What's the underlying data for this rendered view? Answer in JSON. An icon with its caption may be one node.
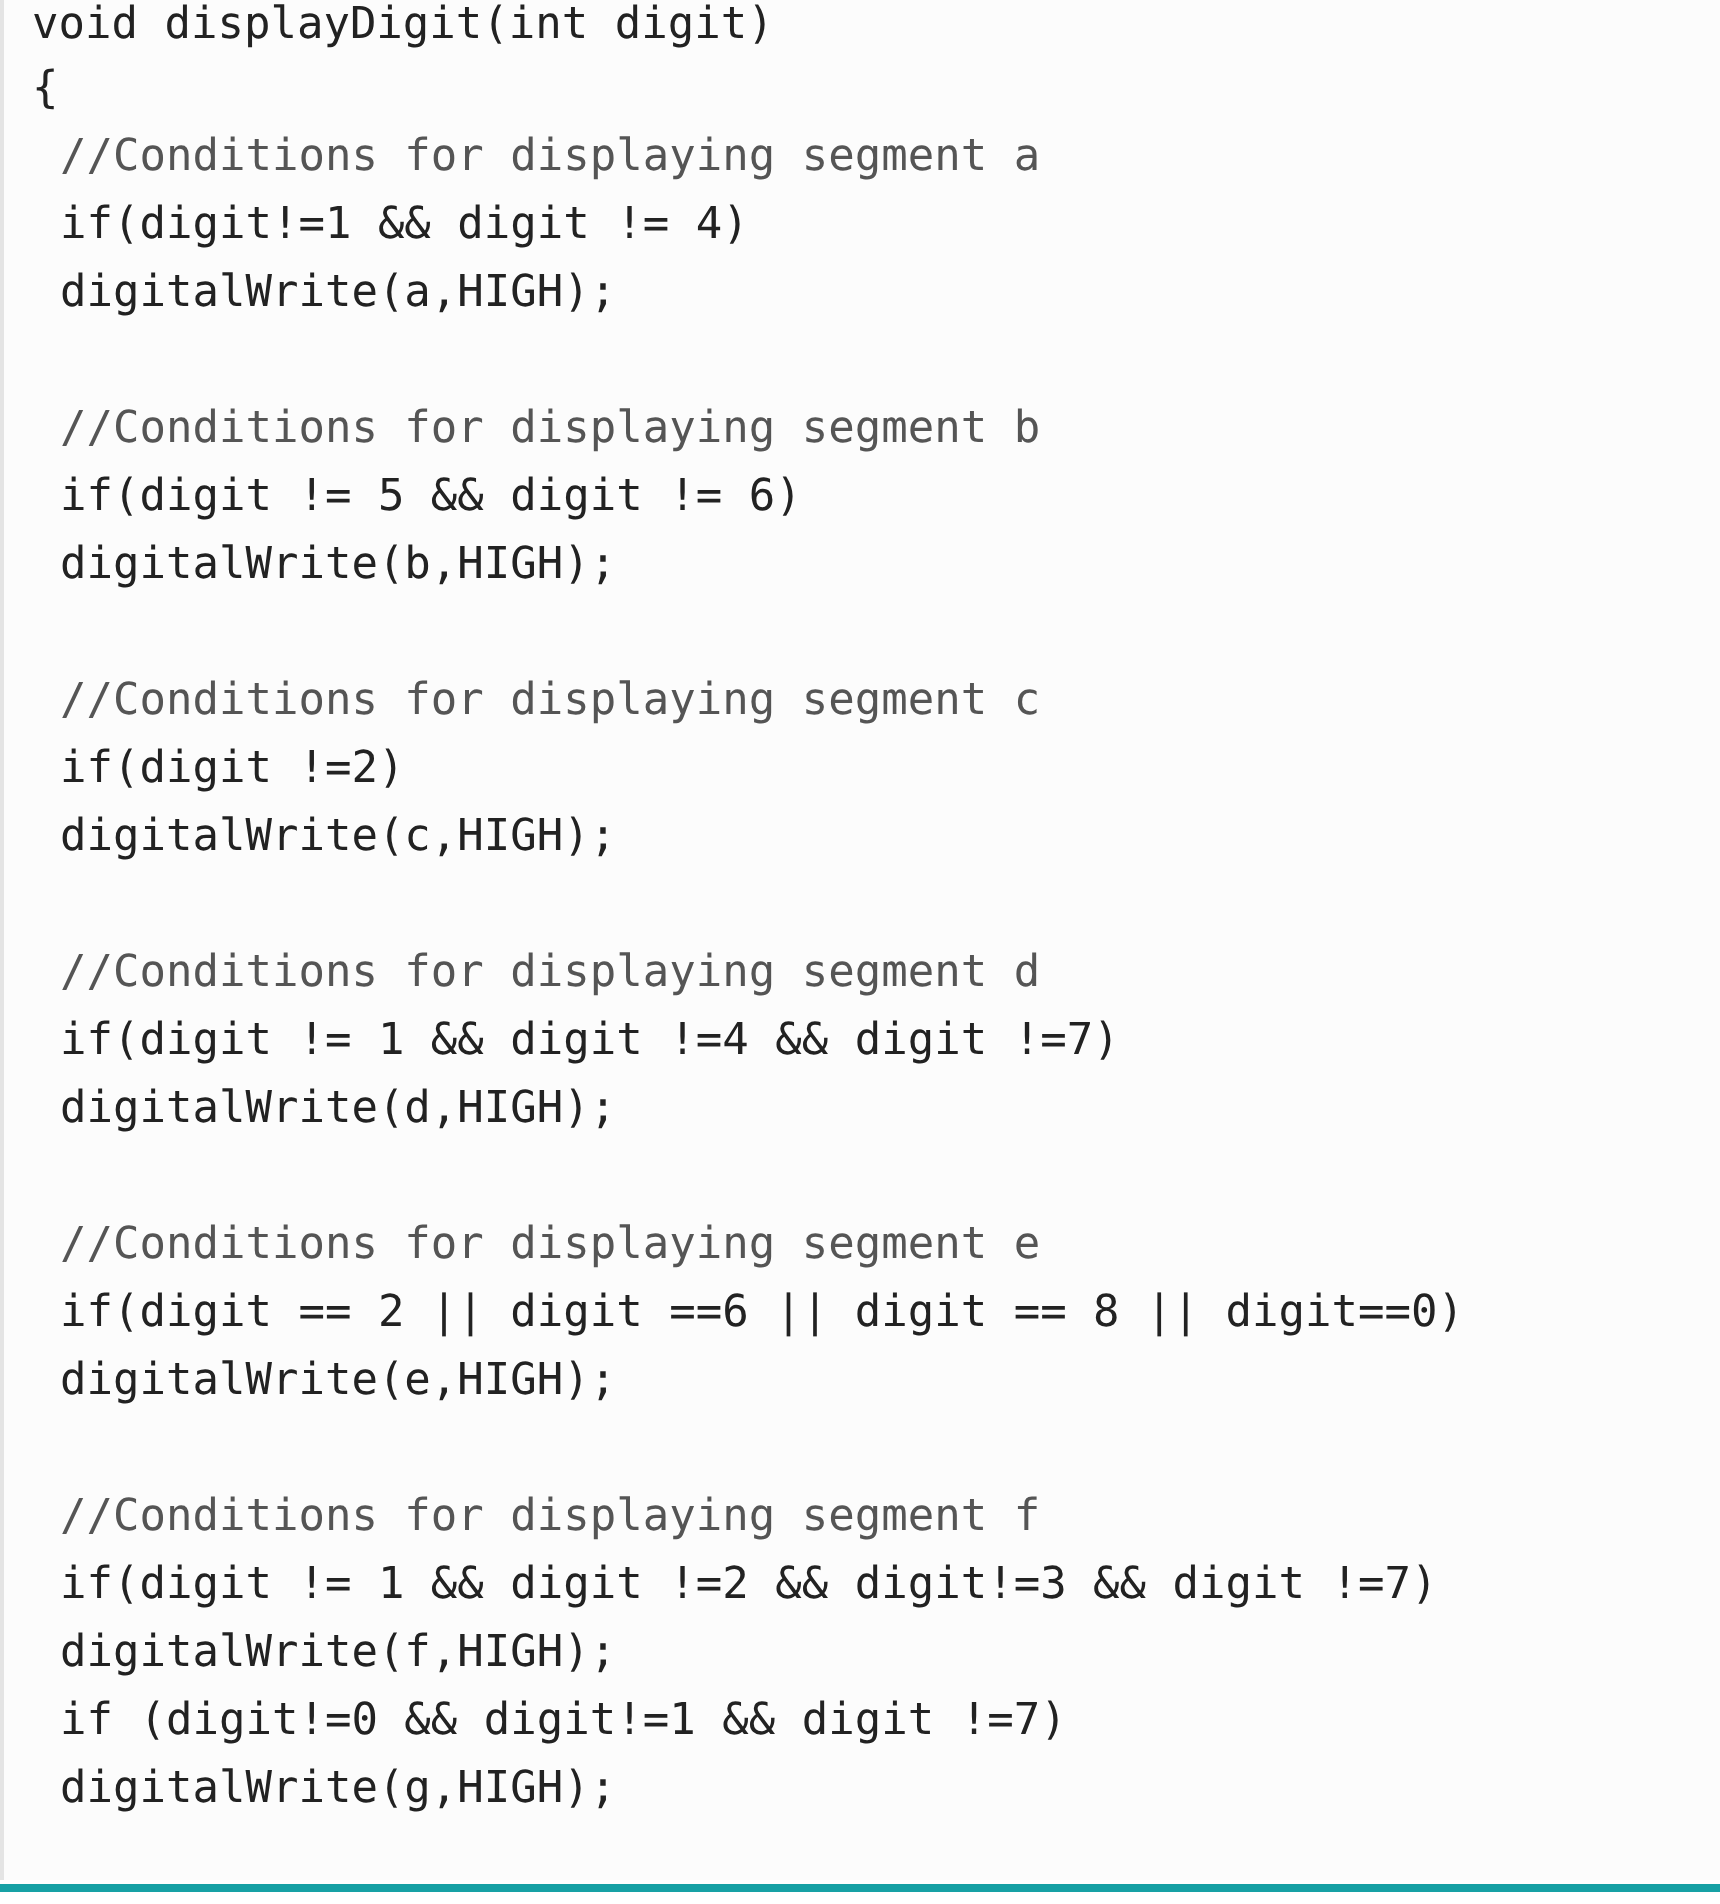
{
  "diagram": {
    "labels": [
      "void displayDigit(int digit)",
      "{",
      "//Conditions for displaying segment a",
      "if(digit!=1 && digit != 4)",
      "digitalWrite(a,HIGH);",
      "//Conditions for displaying segment b",
      "if(digit != 5 && digit != 6)",
      "digitalWrite(b,HIGH);",
      "//Conditions for displaying segment c",
      "if(digit !=2)",
      "digitalWrite(c,HIGH);",
      "//Conditions for displaying segment d",
      "if(digit != 1 && digit !=4 && digit !=7)",
      "digitalWrite(d,HIGH);",
      "//Conditions for displaying segment e",
      "if(digit == 2 || digit ==6 || digit == 8 || digit==0)",
      "digitalWrite(e,HIGH);",
      "//Conditions for displaying segment f",
      "if(digit != 1 && digit !=2 && digit!=3 && digit !=7)",
      "digitalWrite(f,HIGH);",
      "if (digit!=0 && digit!=1 && digit !=7)",
      "digitalWrite(g,HIGH);"
    ]
  }
}
